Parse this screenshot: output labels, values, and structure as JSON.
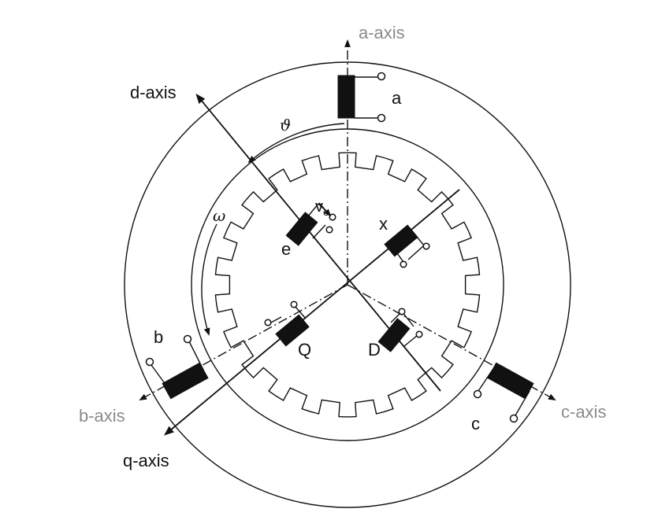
{
  "labels": {
    "a_axis": "a-axis",
    "b_axis": "b-axis",
    "c_axis": "c-axis",
    "d_axis": "d-axis",
    "q_axis": "q-axis",
    "phase_a": "a",
    "phase_b": "b",
    "phase_c": "c",
    "winding_e": "e",
    "winding_x": "x",
    "winding_Q": "Q",
    "winding_D": "D",
    "theta": "ϑ",
    "omega": "ω",
    "ve_main": "v",
    "ve_sub": "e"
  },
  "colors": {
    "line": "#111111",
    "stator_axis_label": "#8a8a8a",
    "rotor_axis_label": "#111111"
  }
}
